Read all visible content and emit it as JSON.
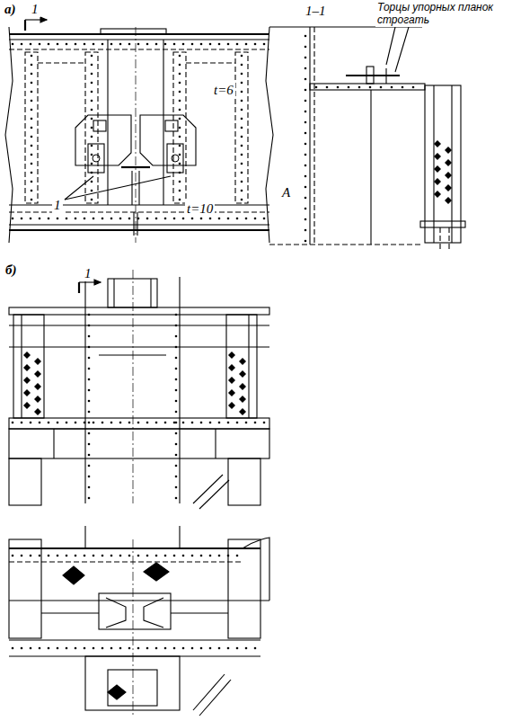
{
  "diagram": {
    "labels": [
      "а)",
      "1",
      "1–1",
      "Торцы упорных планок строгать",
      "t=6",
      "1",
      "t=10",
      "A",
      "б)",
      "1"
    ]
  }
}
